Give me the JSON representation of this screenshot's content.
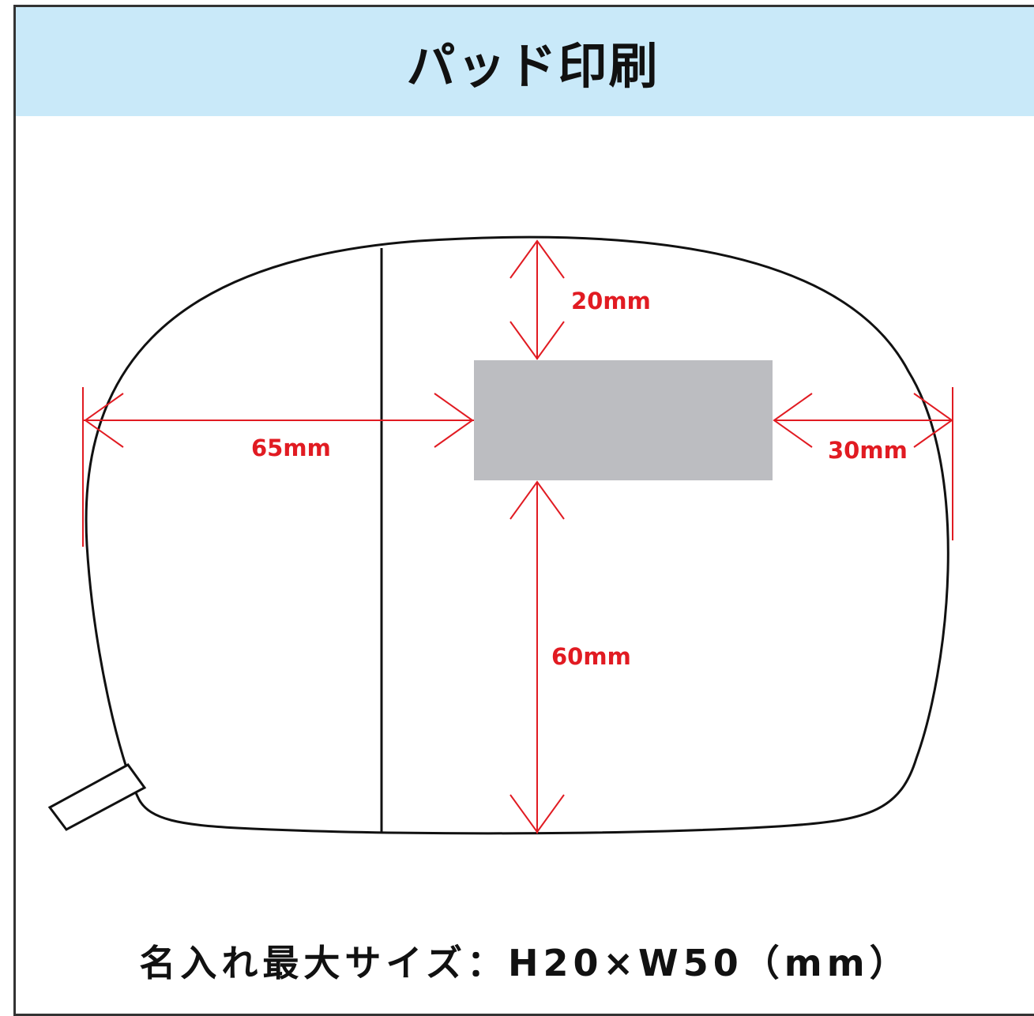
{
  "title": "パッド印刷",
  "colors": {
    "header_bg": "#c9e9f9",
    "outline": "#111111",
    "dimension": "#e11b22",
    "print_area": "#bcbdc1"
  },
  "dimensions": {
    "top": "20mm",
    "left": "65mm",
    "right": "30mm",
    "bottom": "60mm"
  },
  "footer": "名入れ最大サイズ：H20×W50（mm）"
}
